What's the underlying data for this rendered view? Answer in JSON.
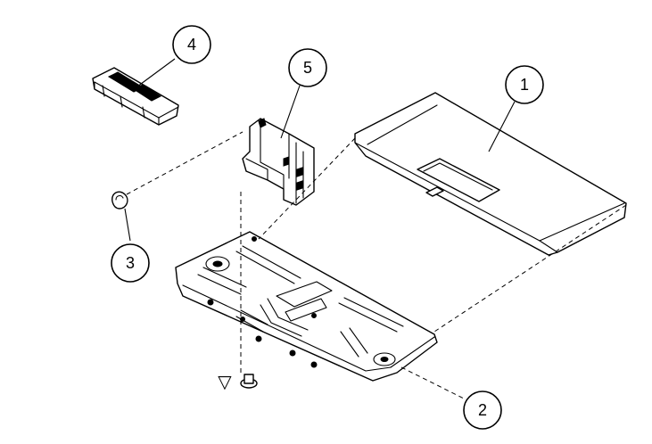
{
  "callouts": {
    "part_1": "1",
    "part_2": "2",
    "part_3": "3",
    "part_4": "4",
    "part_5": "5"
  },
  "symbols": {
    "screw_marker": "▽"
  },
  "colors": {
    "line": "#000000",
    "background": "#ffffff"
  }
}
